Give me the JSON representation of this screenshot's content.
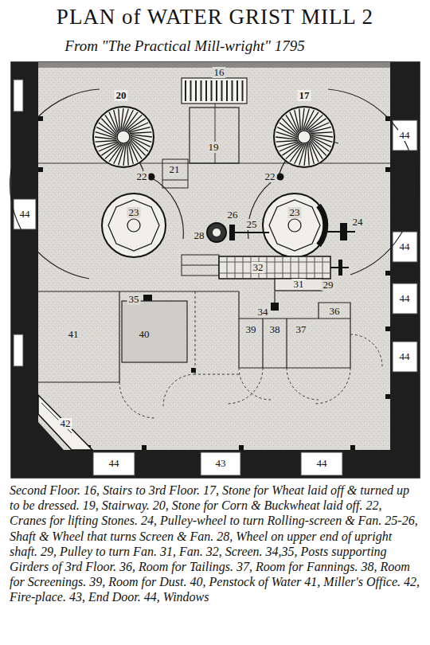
{
  "diagram": {
    "title": "PLAN of WATER GRIST MILL 2",
    "caption": "Second Floor. 16, Stairs to 3rd Floor. 17, Stone for Wheat laid off & turned up to be dressed. 19, Stairway. 20, Stone for Corn & Buckwheat laid off. 22, Cranes for lifting Stones. 24, Pulley-wheel to turn Rolling-screen & Fan. 25-26, Shaft & Wheel that turns Screen & Fan. 28, Wheel on upper end of upright shaft. 29, Pulley to turn Fan. 31, Fan. 32, Screen. 34,35, Posts supporting Girders of 3rd Floor. 36, Room for Tailings. 37, Room for Fannings. 38, Room for Screenings. 39, Room for Dust. 40, Penstock of Water 41, Miller's Office. 42, Fire-place. 43, End Door. 44, Windows",
    "labels": [
      "From \"The Practical Mill-wright\" 1795",
      "16",
      "20",
      "17",
      "19",
      "21",
      "22",
      "22",
      "44",
      "44",
      "23",
      "26",
      "23",
      "24",
      "25",
      "28",
      "44",
      "29",
      "32",
      "31",
      "35",
      "34",
      "44",
      "36",
      "39",
      "38",
      "37",
      "41",
      "40",
      "44",
      "42",
      "44",
      "43",
      "44"
    ]
  }
}
